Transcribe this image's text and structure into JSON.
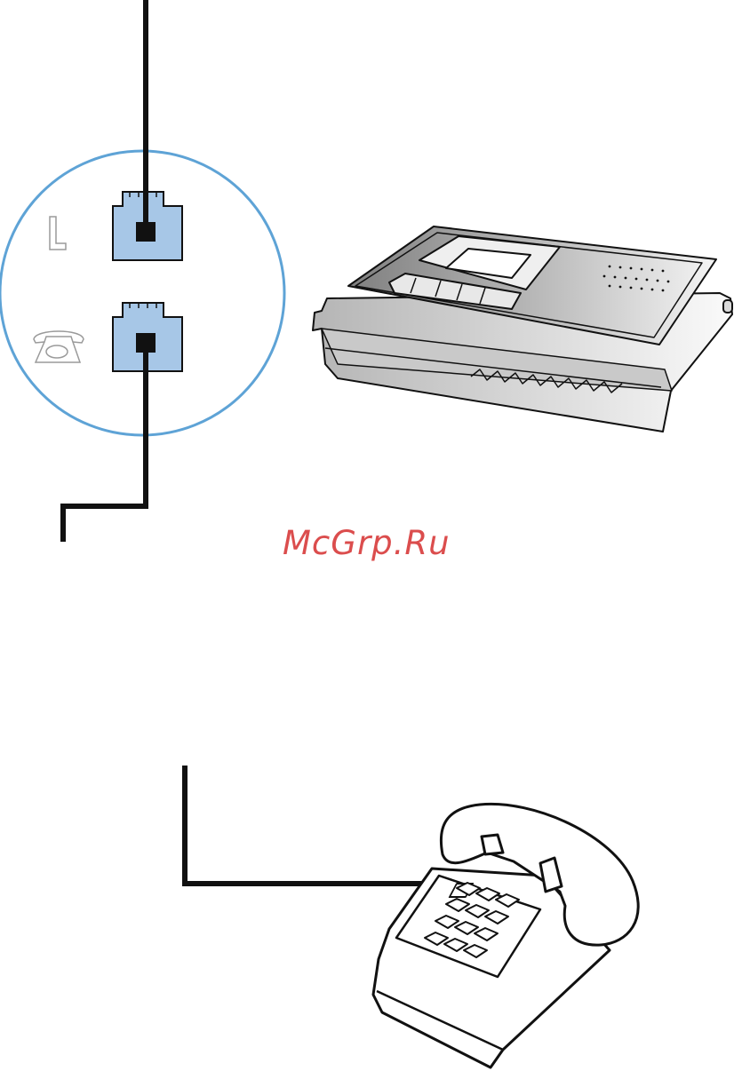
{
  "watermark": {
    "text": "McGrp.Ru"
  },
  "ports": [
    {
      "name": "line",
      "icon": "line-l-icon"
    },
    {
      "name": "phone",
      "icon": "telephone-icon"
    }
  ],
  "devices": [
    {
      "name": "answering-machine",
      "icon": "answering-machine-icon"
    },
    {
      "name": "telephone",
      "icon": "desk-telephone-icon"
    }
  ],
  "colors": {
    "jack_fill": "#a7c7e7",
    "callout_circle": "#5ea3d6",
    "cable": "#111111",
    "icon_gray": "#9a9a9a",
    "machine_dark": "#8e8e8e",
    "machine_light": "#f2f2f2",
    "watermark": "#d83a3a"
  }
}
